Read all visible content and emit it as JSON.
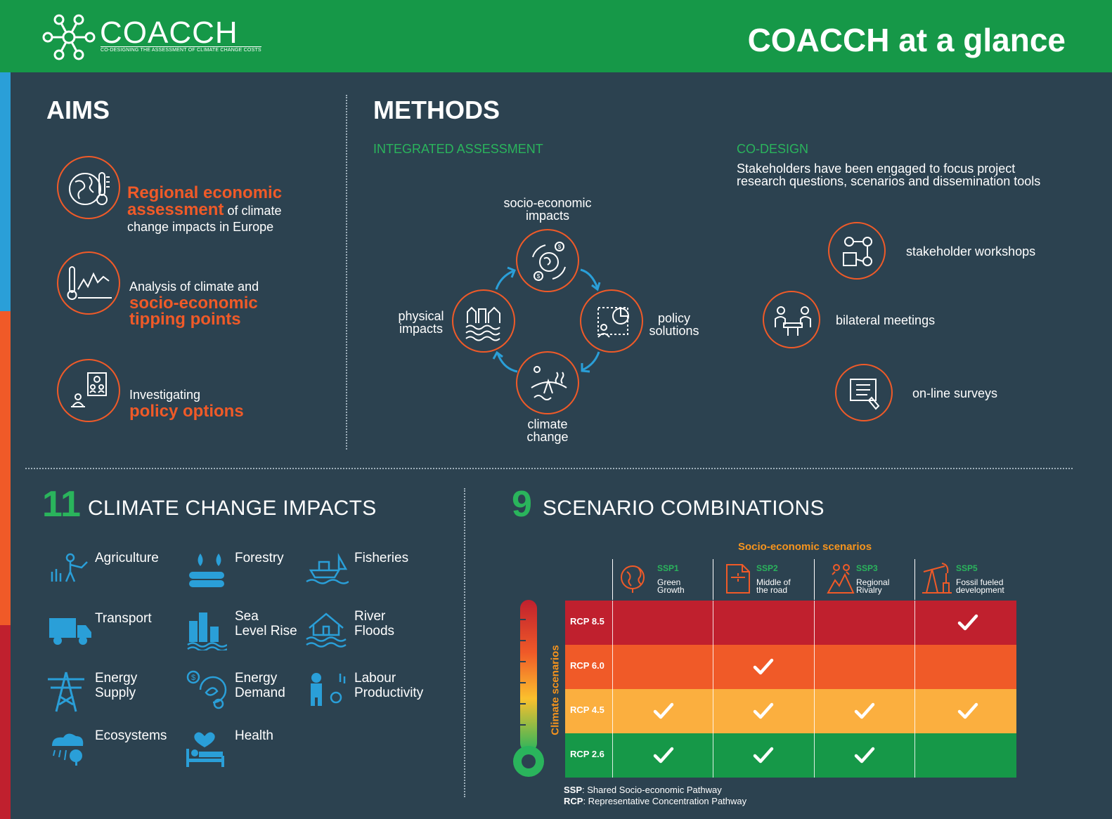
{
  "header": {
    "logo_text": "COACCH",
    "logo_tagline": "CO-DESIGNING THE ASSESSMENT OF CLIMATE CHANGE COSTS",
    "title": "COACCH at a glance"
  },
  "colors": {
    "green": "#169848",
    "orange": "#f05a28",
    "bg": "#2c4250",
    "blue": "#2a9fd8"
  },
  "aims": {
    "title": "AIMS",
    "items": [
      {
        "icon": "globe-thermometer-icon",
        "highlight1": "Regional economic",
        "highlight2": "assessment",
        "rest1": " of climate",
        "rest2": "change impacts in Europe"
      },
      {
        "icon": "thermometer-chart-icon",
        "lead": "Analysis of climate and",
        "highlight1": "socio-economic",
        "highlight2": "tipping points"
      },
      {
        "icon": "policy-board-icon",
        "lead": "Investigating",
        "highlight1": "policy options"
      }
    ]
  },
  "methods": {
    "title": "METHODS",
    "integrated": {
      "heading": "INTEGRATED ASSESSMENT",
      "nodes": {
        "top": [
          "socio-economic",
          "impacts"
        ],
        "right": [
          "policy",
          "solutions"
        ],
        "bottom": [
          "climate",
          "change"
        ],
        "left": [
          "physical",
          "impacts"
        ]
      }
    },
    "codesign": {
      "heading": "CO-DESIGN",
      "description_line1": "Stakeholders have been engaged to focus project",
      "description_line2": "research questions, scenarios and dissemination tools",
      "items": [
        {
          "icon": "stakeholder-network-icon",
          "label": "stakeholder workshops"
        },
        {
          "icon": "meeting-table-icon",
          "label": "bilateral meetings"
        },
        {
          "icon": "survey-checklist-icon",
          "label": "on-line surveys"
        }
      ]
    }
  },
  "impacts": {
    "count": "11",
    "heading": "CLIMATE CHANGE IMPACTS",
    "items": [
      {
        "icon": "agriculture-icon",
        "label1": "Agriculture",
        "label2": ""
      },
      {
        "icon": "forestry-icon",
        "label1": "Forestry",
        "label2": ""
      },
      {
        "icon": "fisheries-icon",
        "label1": "Fisheries",
        "label2": ""
      },
      {
        "icon": "transport-truck-icon",
        "label1": "Transport",
        "label2": ""
      },
      {
        "icon": "sea-level-rise-icon",
        "label1": "Sea",
        "label2": "Level Rise"
      },
      {
        "icon": "river-flood-icon",
        "label1": "River",
        "label2": "Floods"
      },
      {
        "icon": "energy-pylon-icon",
        "label1": "Energy",
        "label2": "Supply"
      },
      {
        "icon": "energy-demand-icon",
        "label1": "Energy",
        "label2": "Demand"
      },
      {
        "icon": "labour-worker-icon",
        "label1": "Labour",
        "label2": "Productivity"
      },
      {
        "icon": "ecosystem-icon",
        "label1": "Ecosystems",
        "label2": ""
      },
      {
        "icon": "health-icon",
        "label1": "Health",
        "label2": ""
      }
    ]
  },
  "scenarios": {
    "count": "9",
    "heading": "SCENARIO COMBINATIONS",
    "socio_title": "Socio-economic scenarios",
    "climate_title": "Climate scenarios",
    "ssps": [
      {
        "icon": "green-growth-icon",
        "code": "SSP1",
        "name1": "Green",
        "name2": "Growth"
      },
      {
        "icon": "middle-road-icon",
        "code": "SSP2",
        "name1": "Middle of",
        "name2": "the road"
      },
      {
        "icon": "regional-rivalry-icon",
        "code": "SSP3",
        "name1": "Regional",
        "name2": "Rivalry"
      },
      {
        "icon": "fossil-pumpjack-icon",
        "code": "SSP5",
        "name1": "Fossil fueled",
        "name2": "development"
      }
    ],
    "rcps": [
      {
        "label": "RCP 8.5",
        "color": "#c0202e",
        "checks": [
          false,
          false,
          false,
          true
        ]
      },
      {
        "label": "RCP 6.0",
        "color": "#f05a28",
        "checks": [
          false,
          true,
          false,
          false
        ]
      },
      {
        "label": "RCP 4.5",
        "color": "#fbaf3f",
        "checks": [
          true,
          true,
          true,
          true
        ]
      },
      {
        "label": "RCP 2.6",
        "color": "#169848",
        "checks": [
          true,
          true,
          true,
          false
        ]
      }
    ],
    "legend": [
      {
        "abbr": "SSP",
        "text": ": Shared Socio-economic Pathway"
      },
      {
        "abbr": "RCP",
        "text": ": Representative Concentration Pathway"
      }
    ]
  }
}
